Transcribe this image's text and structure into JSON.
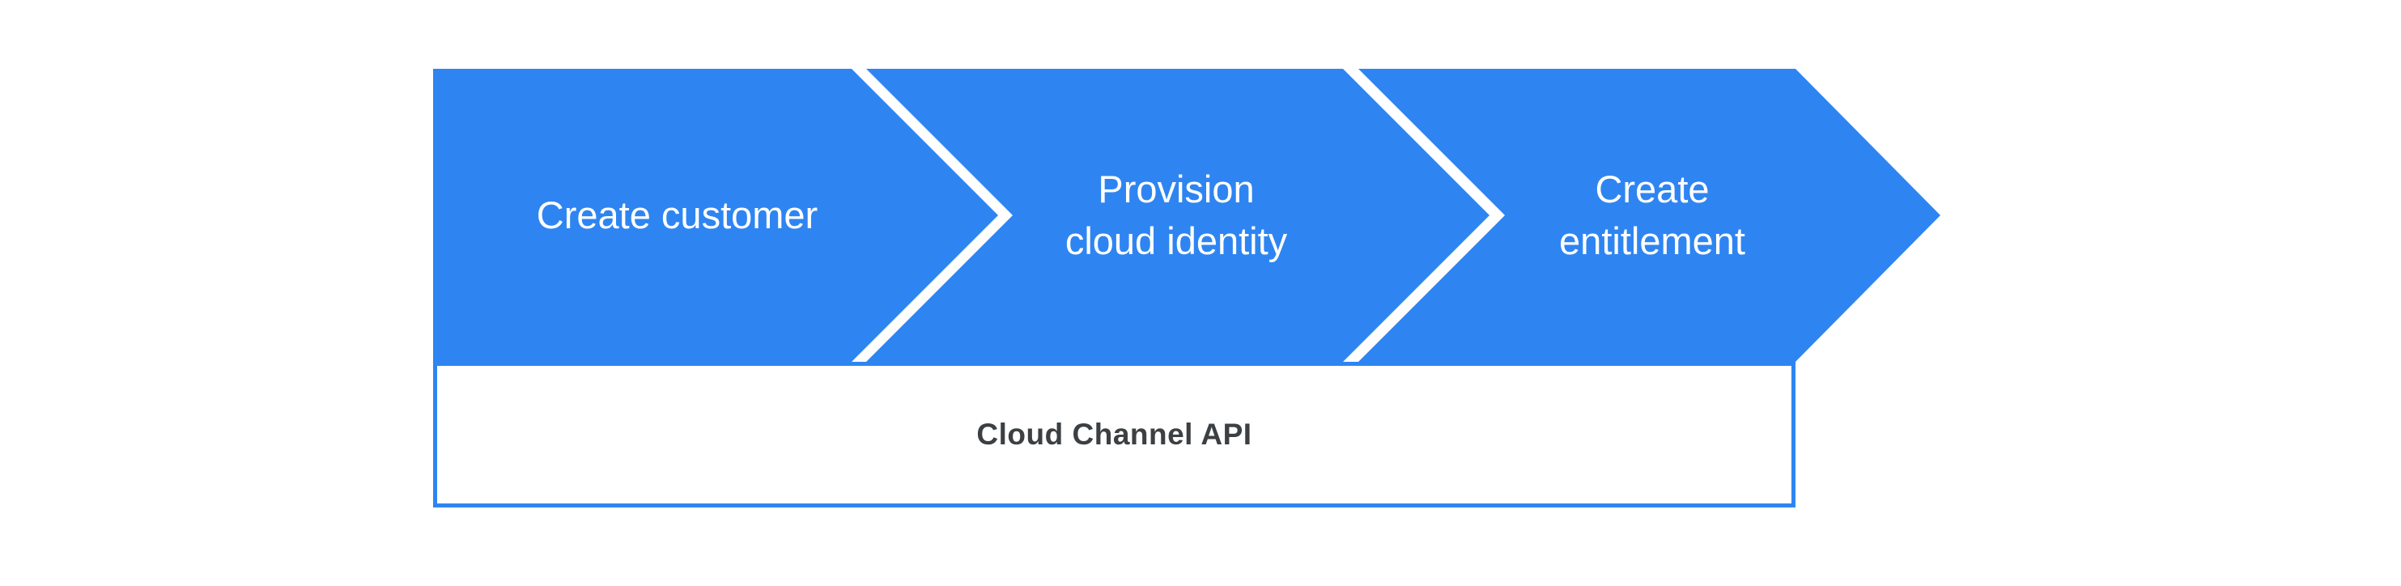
{
  "theme": {
    "background": "#ffffff",
    "chevron_fill": "#2e85f2",
    "step_label_color": "#ffffff",
    "api_box_border": "#2e85f2",
    "api_box_fill": "#ffffff",
    "api_text_color": "#3c4043"
  },
  "flow": {
    "steps": [
      {
        "label": "Create customer",
        "lines": [
          "Create customer",
          ""
        ]
      },
      {
        "label": "Provision cloud identity",
        "lines": [
          "Provision",
          "cloud identity"
        ]
      },
      {
        "label": "Create entitlement",
        "lines": [
          "Create",
          "entitlement"
        ]
      }
    ]
  },
  "api_box": {
    "label": "Cloud Channel API"
  }
}
